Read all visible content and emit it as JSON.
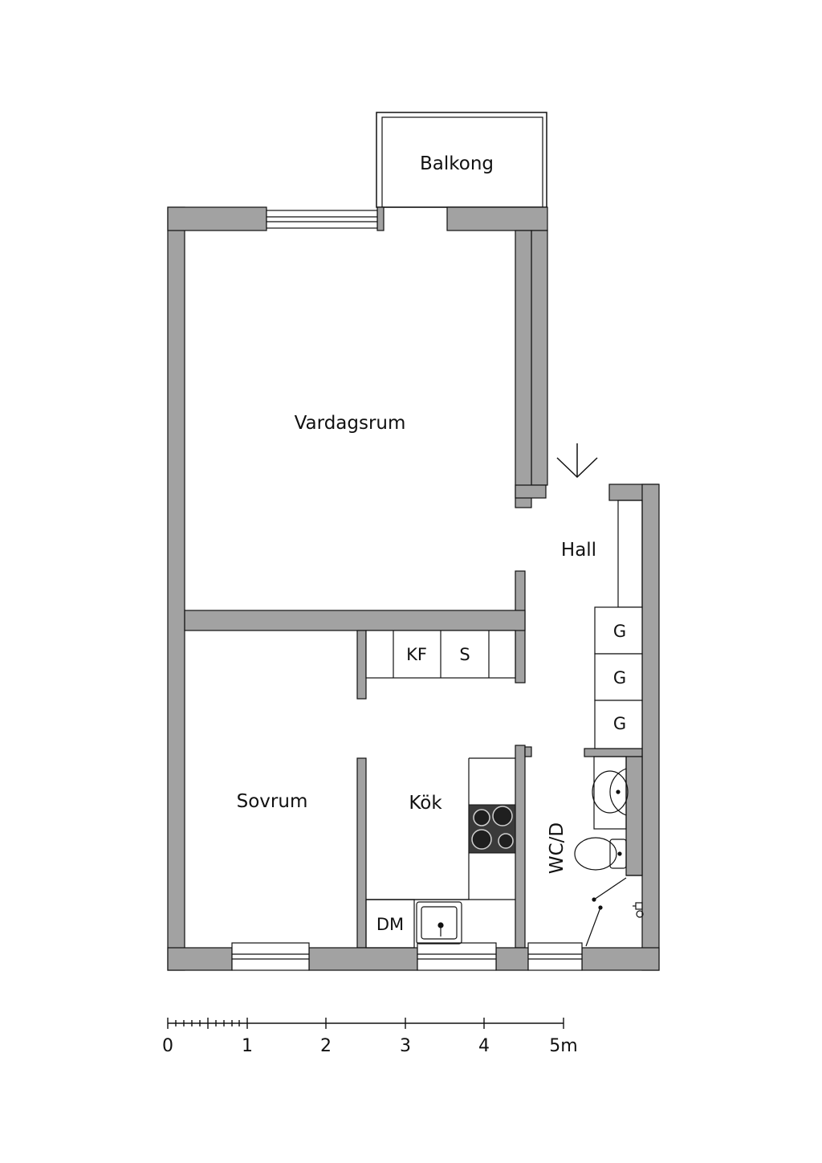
{
  "colors": {
    "wall": "#a2a2a2",
    "outline": "#111111",
    "background": "#ffffff",
    "stove": "#3a3a3a"
  },
  "rooms": {
    "balcony": "Balkong",
    "living_room": "Vardagsrum",
    "hall": "Hall",
    "bedroom": "Sovrum",
    "kitchen": "Kök",
    "wc": "WC/D"
  },
  "fixtures": {
    "fridge_freezer": "KF",
    "freezer": "S",
    "dishwasher": "DM",
    "wardrobe_1": "G",
    "wardrobe_2": "G",
    "wardrobe_3": "G"
  },
  "scale": {
    "ticks": [
      "0",
      "1",
      "2",
      "3",
      "4",
      "5m"
    ]
  },
  "icons": {
    "entrance": "entrance-arrow-icon",
    "stove": "stove-icon",
    "sink": "sink-icon",
    "washbasin": "washbasin-icon",
    "toilet": "toilet-icon",
    "window": "window-icon"
  }
}
